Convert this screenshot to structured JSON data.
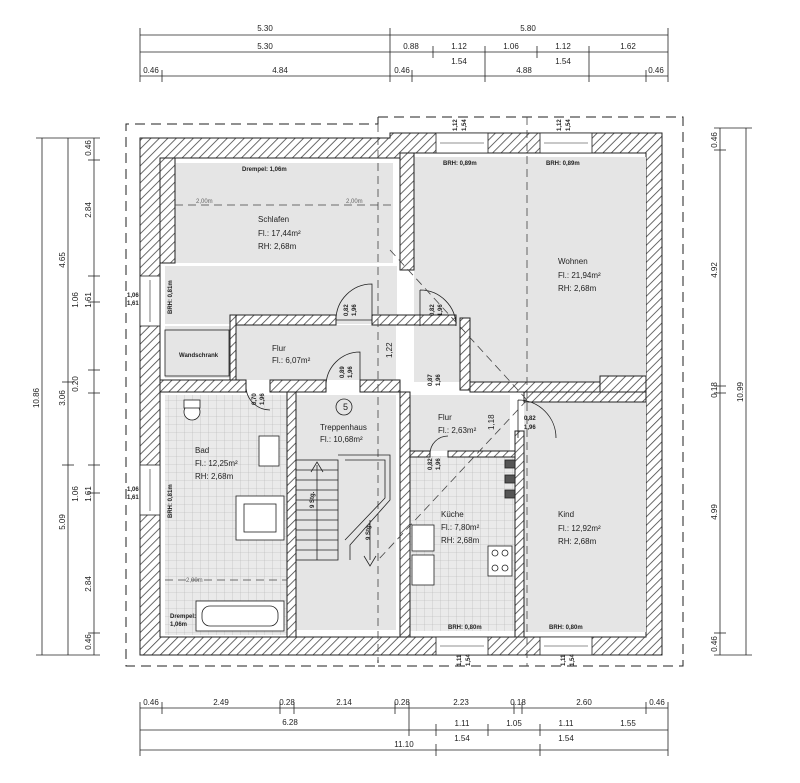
{
  "dims": {
    "top_row1": [
      "5.30",
      "5.80"
    ],
    "top_row2": [
      "5.30",
      "0.88",
      "1.12",
      "1.06",
      "1.12",
      "1.62"
    ],
    "top_row3": [
      "0.46",
      "4.84",
      "0.46",
      "1.54",
      "4.88",
      "1.54",
      "0.46"
    ],
    "bottom_row1": [
      "0.46",
      "2.49",
      "0.28",
      "2.14",
      "0.28",
      "2.23",
      "0.18",
      "2.60",
      "0.46"
    ],
    "bottom_row2": [
      "6.28",
      "1.11",
      "1.05",
      "1.11",
      "1.55"
    ],
    "bottom_row3": [
      "1.54",
      "1.54"
    ],
    "bottom_row4": "11.10",
    "left_outer": "10.86",
    "left_mid": [
      "4.65",
      "3.06",
      "5.09"
    ],
    "left_inner": [
      "0.46",
      "2.84",
      "1.06",
      "1.61",
      "0.20",
      "1.06",
      "1.61",
      "2.84",
      "0.46"
    ],
    "right_outer": "10.99",
    "right_mid": [
      "4.92",
      "4.99"
    ],
    "right_inner": [
      "0.46",
      "0.18",
      "0.46"
    ]
  },
  "rooms": {
    "schlafen": {
      "name": "Schlafen",
      "area": "Fl.: 17,44m²",
      "height": "RH: 2,68m"
    },
    "wohnen": {
      "name": "Wohnen",
      "area": "Fl.: 21,94m²",
      "height": "RH: 2,68m"
    },
    "flur1": {
      "name": "Flur",
      "area": "Fl.: 6,07m²"
    },
    "treppenhaus": {
      "name": "Treppenhaus",
      "area": "Fl.: 10,68m²",
      "number": "5"
    },
    "flur2": {
      "name": "Flur",
      "area": "Fl.: 2,63m²"
    },
    "bad": {
      "name": "Bad",
      "area": "Fl.: 12,25m²",
      "height": "RH: 2,68m"
    },
    "kueche": {
      "name": "Küche",
      "area": "Fl.: 7,80m²",
      "height": "RH: 2,68m"
    },
    "kind": {
      "name": "Kind",
      "area": "Fl.: 12,92m²",
      "height": "RH: 2,68m"
    }
  },
  "annotations": {
    "drempel_top": "Drempel: 1,06m",
    "drempel_bad": "Drempel:\n1,06m",
    "drempel_bad_l1": "Drempel:",
    "drempel_bad_l2": "1,06m",
    "wandschrank": "Wandschrank",
    "brh_089": "BRH: 0,89m",
    "brh_080": "BRH: 0,80m",
    "brh_081": "BRH: 0,81m",
    "line_200": "2,00m",
    "stairs": "9 Stg.",
    "dim_122": "1,22",
    "dim_118": "1,18",
    "win_112": "1,12",
    "win_154": "1,54",
    "win_111": "1,11",
    "win_106": "1,06",
    "win_161": "1,61",
    "door_082": "0,82",
    "door_087": "0,87",
    "door_089": "0,89",
    "door_070": "0,70",
    "door_196": "1,96"
  }
}
